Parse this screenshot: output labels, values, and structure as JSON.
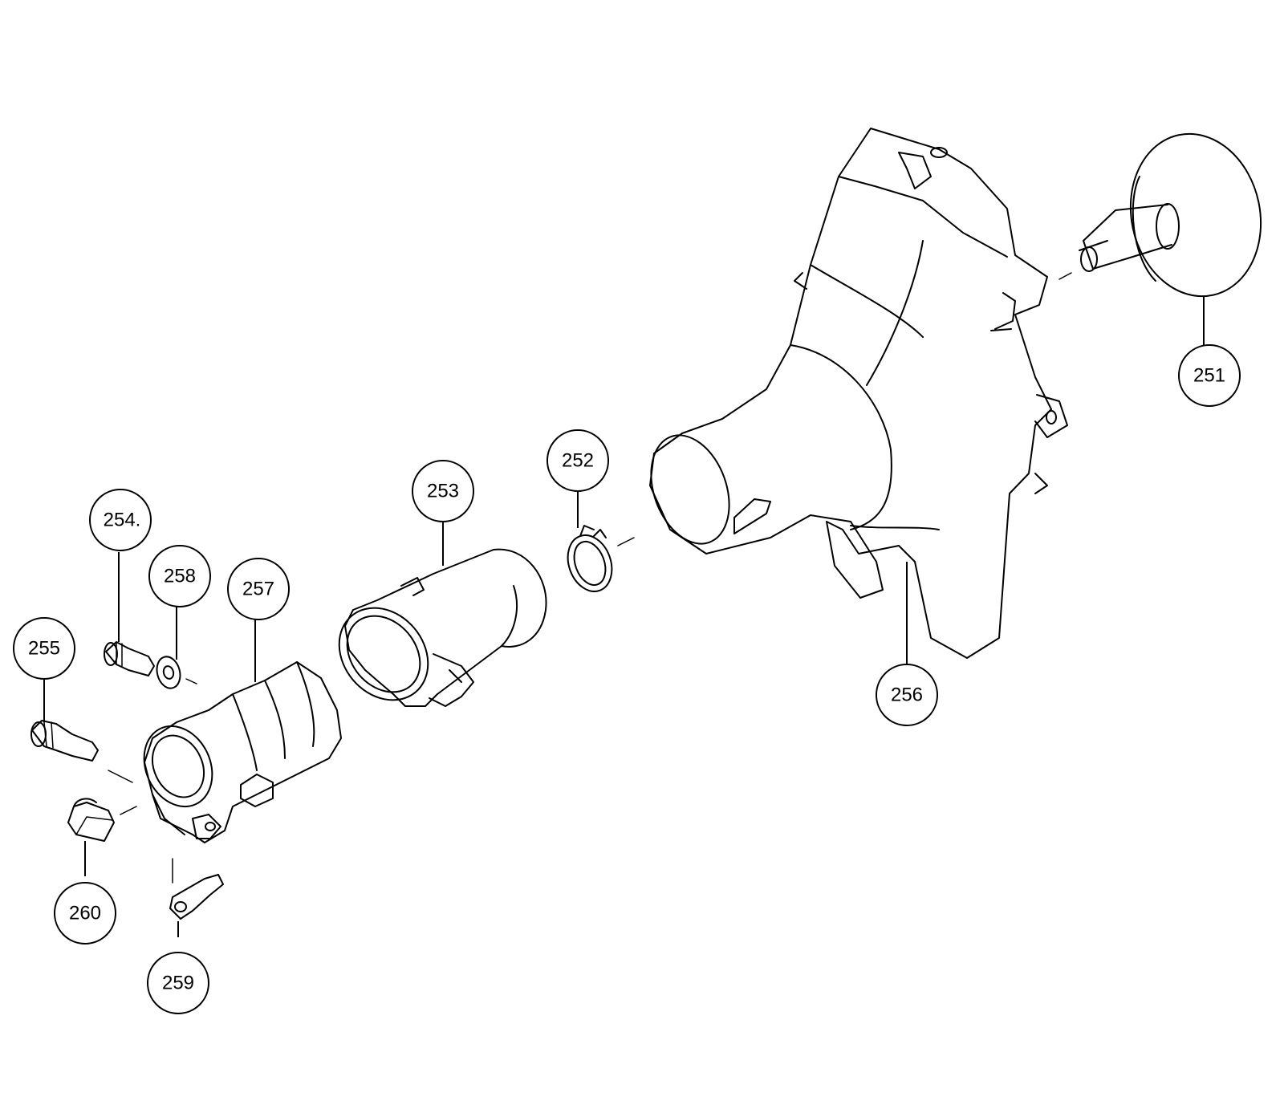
{
  "callouts": [
    {
      "id": "251",
      "label": "251"
    },
    {
      "id": "252",
      "label": "252"
    },
    {
      "id": "253",
      "label": "253"
    },
    {
      "id": "254",
      "label": "254."
    },
    {
      "id": "255",
      "label": "255"
    },
    {
      "id": "256",
      "label": "256"
    },
    {
      "id": "257",
      "label": "257"
    },
    {
      "id": "258",
      "label": "258"
    },
    {
      "id": "259",
      "label": "259"
    },
    {
      "id": "260",
      "label": "260"
    }
  ]
}
